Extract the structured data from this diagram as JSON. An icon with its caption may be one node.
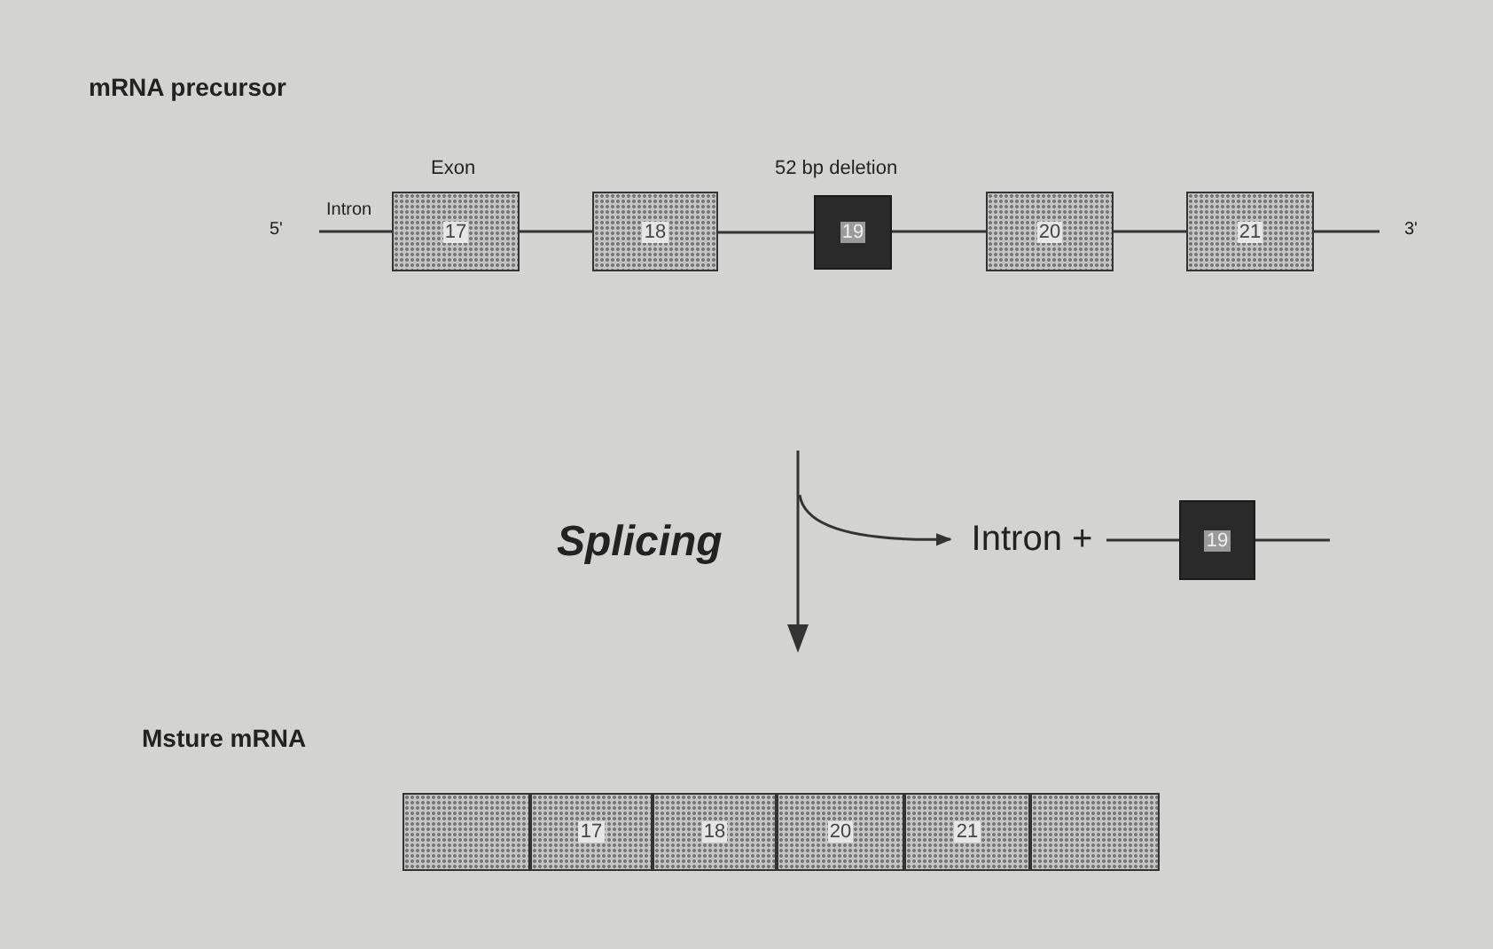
{
  "diagram": {
    "nodes": [
      {
        "text": [
          "17"
        ],
        "beside": [
          "Exon"
        ]
      },
      {
        "text": [
          "18"
        ]
      },
      {
        "text": [
          "19"
        ],
        "beside": [
          "52 bp deletion"
        ]
      },
      {
        "text": [
          "20"
        ]
      },
      {
        "text": [
          "21"
        ]
      },
      {
        "text": [
          "Intron +"
        ]
      },
      {
        "text": [
          "19"
        ]
      },
      {
        "text": [],
        "shape": "box"
      },
      {
        "text": [
          "17"
        ]
      },
      {
        "text": [
          "18"
        ]
      },
      {
        "text": [
          "20"
        ]
      },
      {
        "text": [
          "21"
        ]
      },
      {
        "text": [],
        "shape": "box"
      }
    ],
    "edges": [
      {
        "from": null,
        "to": 0,
        "arrow": "none"
      },
      {
        "from": 0,
        "to": 1,
        "arrow": "none"
      },
      {
        "from": 1,
        "to": 2,
        "arrow": "none"
      },
      {
        "from": 2,
        "to": 3,
        "arrow": "none"
      },
      {
        "from": 3,
        "to": 4,
        "arrow": "none"
      },
      {
        "from": 4,
        "to": null,
        "arrow": "none"
      },
      {
        "from": null,
        "to": 5,
        "arrow": "to"
      },
      {
        "from": 5,
        "to": 6,
        "arrow": "none"
      },
      {
        "from": 6,
        "to": null,
        "arrow": "none"
      }
    ],
    "labels": [
      "mRNA precursor",
      "5'",
      "Intron",
      "3'",
      "Splicing",
      "Msture mRNA"
    ]
  }
}
